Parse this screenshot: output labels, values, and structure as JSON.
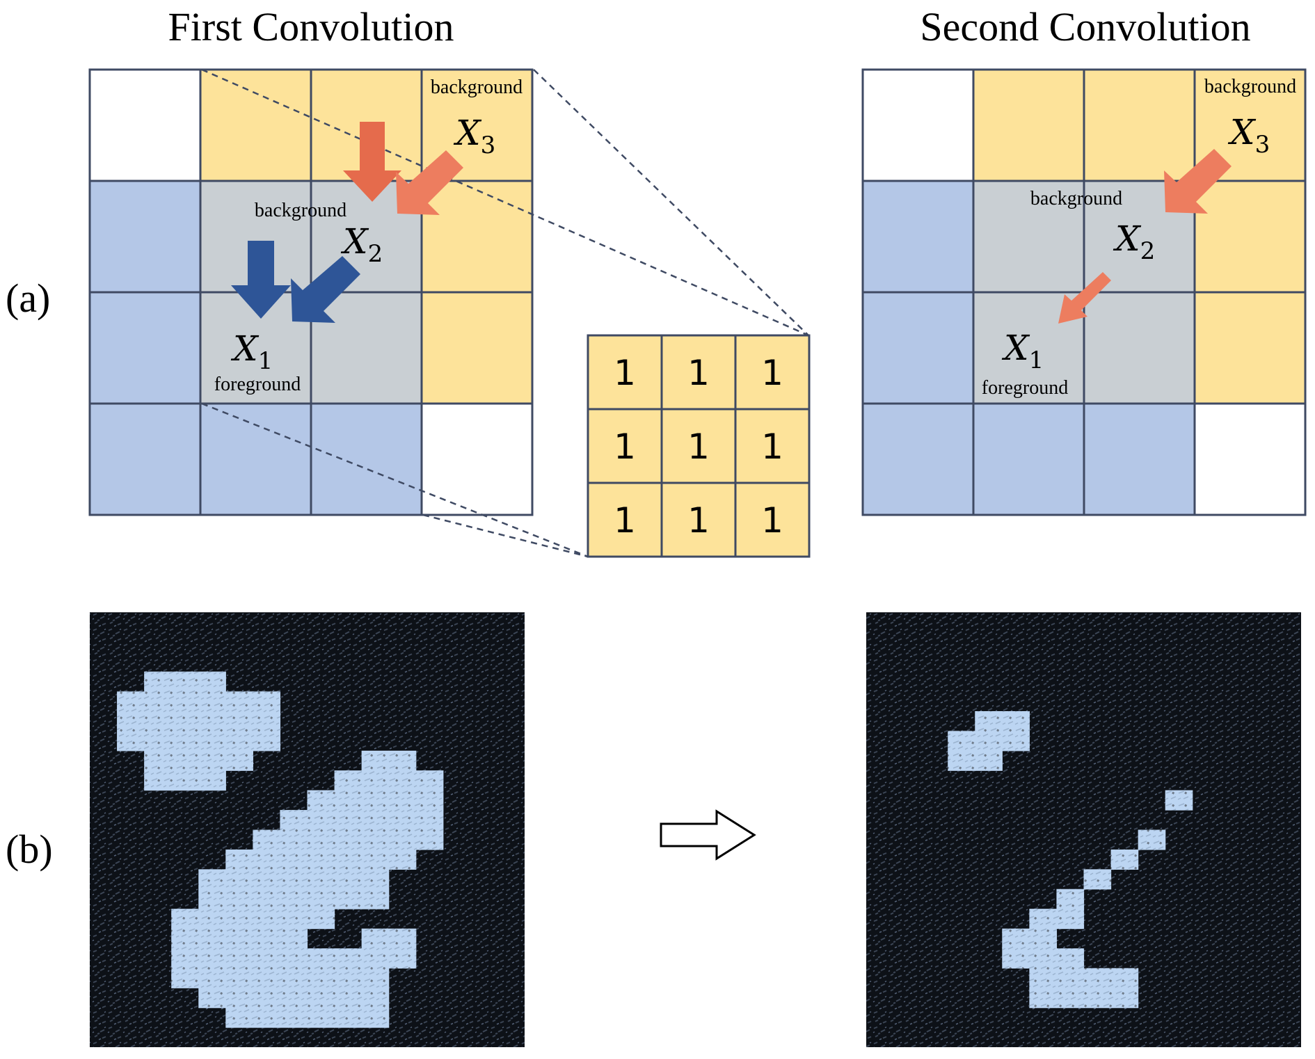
{
  "titles": {
    "first": "First Convolution",
    "second": "Second Convolution"
  },
  "panel_labels": {
    "a": "(a)",
    "b": "(b)"
  },
  "colors": {
    "yellow": "#fde39a",
    "blue": "#b4c7e7",
    "gray": "#c9cfd3",
    "white": "#ffffff",
    "grid_line": "#3f4a63",
    "arrow_blue": "#2e5597",
    "arrow_orange": "#ed7d5f",
    "arrow_orange_dark": "#e56b4c",
    "mask_bg": "#0d1117",
    "mask_fg": "#bcd5f2"
  },
  "grid_first": {
    "cells": [
      [
        "white",
        "yellow",
        "yellow",
        "yellow"
      ],
      [
        "blue",
        "gray",
        "gray",
        "yellow"
      ],
      [
        "blue",
        "gray",
        "gray",
        "yellow"
      ],
      [
        "blue",
        "blue",
        "blue",
        "white"
      ]
    ],
    "labels": {
      "x3_top": "background",
      "x3": "X",
      "x3_sub": "3",
      "x2_top": "background",
      "x2": "X",
      "x2_sub": "2",
      "x1": "X",
      "x1_sub": "1",
      "x1_bottom": "foreground"
    }
  },
  "grid_second": {
    "cells": [
      [
        "white",
        "yellow",
        "yellow",
        "yellow"
      ],
      [
        "blue",
        "gray",
        "gray",
        "yellow"
      ],
      [
        "blue",
        "gray",
        "gray",
        "yellow"
      ],
      [
        "blue",
        "blue",
        "blue",
        "white"
      ]
    ],
    "labels": {
      "x3_top": "background",
      "x3": "X",
      "x3_sub": "3",
      "x2_top": "background",
      "x2": "X",
      "x2_sub": "2",
      "x1": "X",
      "x1_sub": "1",
      "x1_bottom": "foreground"
    }
  },
  "kernel": {
    "values": [
      [
        1,
        1,
        1
      ],
      [
        1,
        1,
        1
      ],
      [
        1,
        1,
        1
      ]
    ]
  },
  "mask_first": [
    "................",
    "................",
    "................",
    "..###...........",
    ".######.........",
    ".######.........",
    ".######.........",
    "..####....##....",
    "..###....####...",
    "........#####...",
    ".......######...",
    "......#######...",
    ".....#######....",
    "....#######.....",
    "....#######.....",
    "...######.......",
    "...#####..##....",
    "...#########....",
    "...########.....",
    "....#######.....",
    ".....######.....",
    "................"
  ],
  "mask_second": [
    "................",
    "................",
    "................",
    "................",
    "................",
    "....##..........",
    "...###..........",
    "...##...........",
    "................",
    "...........#....",
    "................",
    "..........#.....",
    ".........#......",
    "........#.......",
    ".......#........",
    "......##........",
    ".....##.........",
    ".....###........",
    "......####......",
    "......####......",
    "................",
    "................"
  ]
}
